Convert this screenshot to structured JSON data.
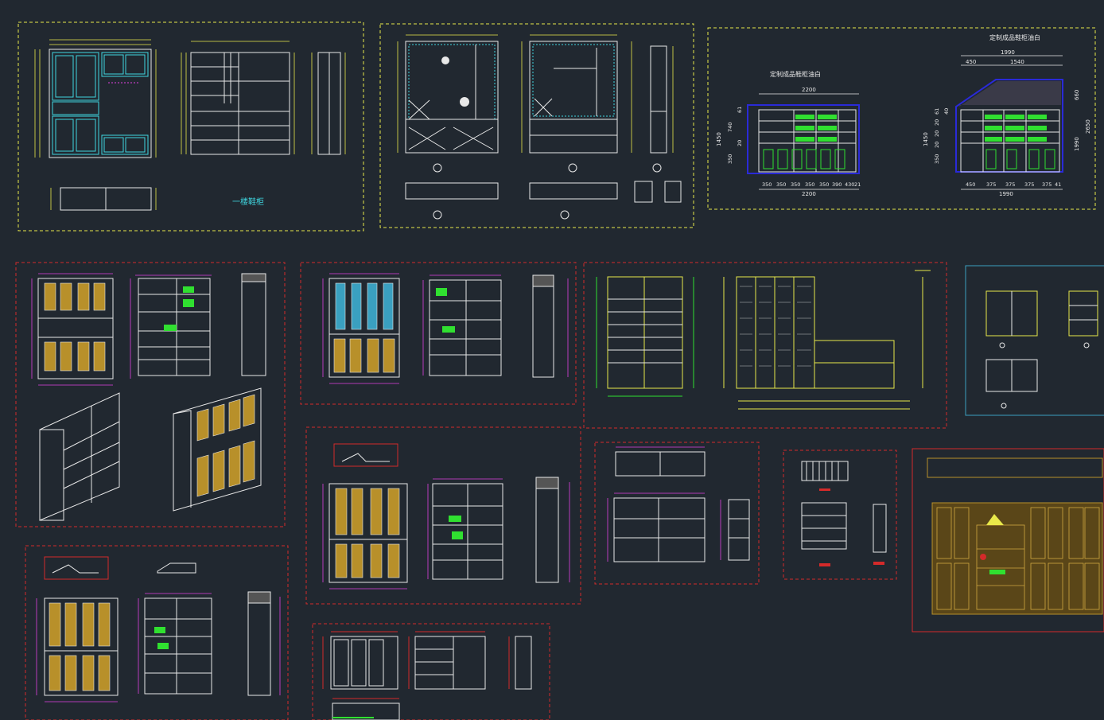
{
  "drawing": {
    "background": "#212830",
    "colors": {
      "yellow": "#e8e84a",
      "red": "#d42a2a",
      "cyan": "#3fd6e0",
      "white": "#e8e8e8",
      "magenta": "#e040e0",
      "green": "#30e030",
      "blue": "#2a2ad8",
      "gold": "#b8902a",
      "teal_frame": "#3aa0c0"
    },
    "panel1": {
      "title": "一楼鞋柜"
    },
    "panel3": {
      "note_left": "定制成品鞋柜油白",
      "note_right": "定制成品鞋柜油白",
      "dim_left_top": "2200",
      "dim_left_bottom": "2200",
      "dim_left_segments": [
        "350",
        "350",
        "350",
        "350",
        "350",
        "390",
        "430",
        "21"
      ],
      "dim_left_height": "1450",
      "dim_left_parts": [
        "740",
        "350",
        "20",
        "61"
      ],
      "dim_right_top1": "1990",
      "dim_right_top2": [
        "450",
        "1540"
      ],
      "dim_right_bottom": "1990",
      "dim_right_segments": [
        "450",
        "375",
        "375",
        "375",
        "375",
        "41"
      ],
      "dim_right_height": "1450",
      "dim_right_side": "2650",
      "dim_right_side2": "660",
      "dim_right_side3": "1990",
      "dim_right_parts": [
        "350",
        "20",
        "20",
        "20",
        "61",
        "40"
      ]
    }
  }
}
